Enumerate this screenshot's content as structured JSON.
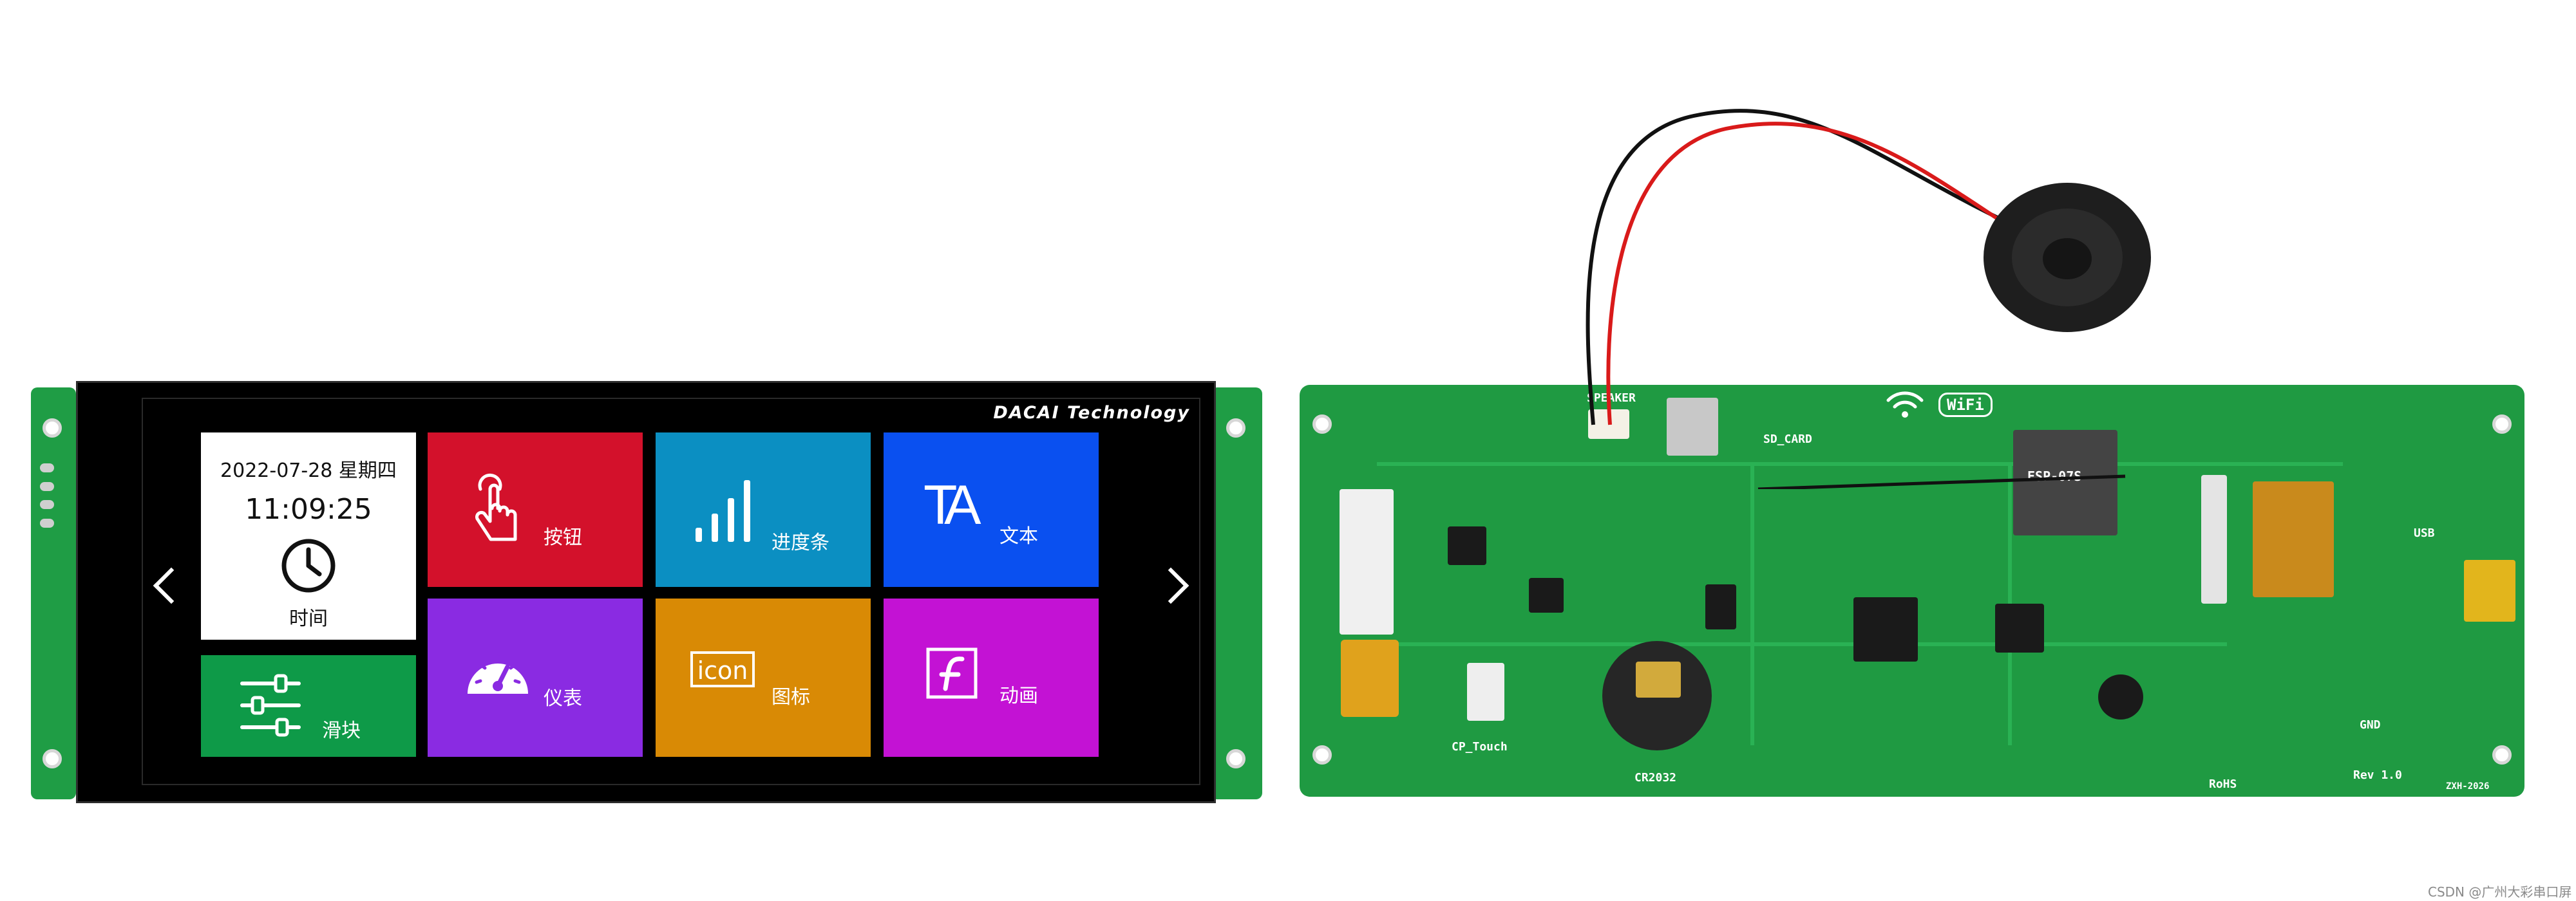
{
  "screen": {
    "brand": "DACAI  Technology",
    "tiles": {
      "clock": {
        "date": "2022-07-28 星期四",
        "time": "11:09:25",
        "label": "时间"
      },
      "slider": {
        "label": "滑块",
        "color": "#0e9a48"
      },
      "button": {
        "label": "按钮",
        "color": "#d3112b"
      },
      "gauge": {
        "label": "仪表",
        "color": "#8a2be2"
      },
      "progress": {
        "label": "进度条",
        "color": "#0b8fc2"
      },
      "icon": {
        "label": "图标",
        "icon_text": "icon",
        "color": "#d98a05"
      },
      "text": {
        "label": "文本",
        "icon_text": "TA",
        "color": "#0a50f0"
      },
      "animation": {
        "label": "动画",
        "color": "#c312d4"
      }
    },
    "icons": [
      "chevron-left-icon",
      "chevron-right-icon",
      "clock-icon",
      "slider-icon",
      "touch-hand-icon",
      "gauge-icon",
      "signal-bars-icon",
      "flash-icon"
    ]
  },
  "board": {
    "silkscreen": {
      "speaker": "SPEAKER",
      "sd_card": "SD_CARD",
      "wifi": "WiFi",
      "rev": "Rev 1.0",
      "usb": "USB",
      "gnd": "GND",
      "cp_touch": "CP_Touch",
      "battery": "CR2032",
      "module": "ESP-07S",
      "rohs": "RoHS",
      "model": "ZXH-2026"
    },
    "watermark": "CSDN @广州大彩串口屏"
  }
}
